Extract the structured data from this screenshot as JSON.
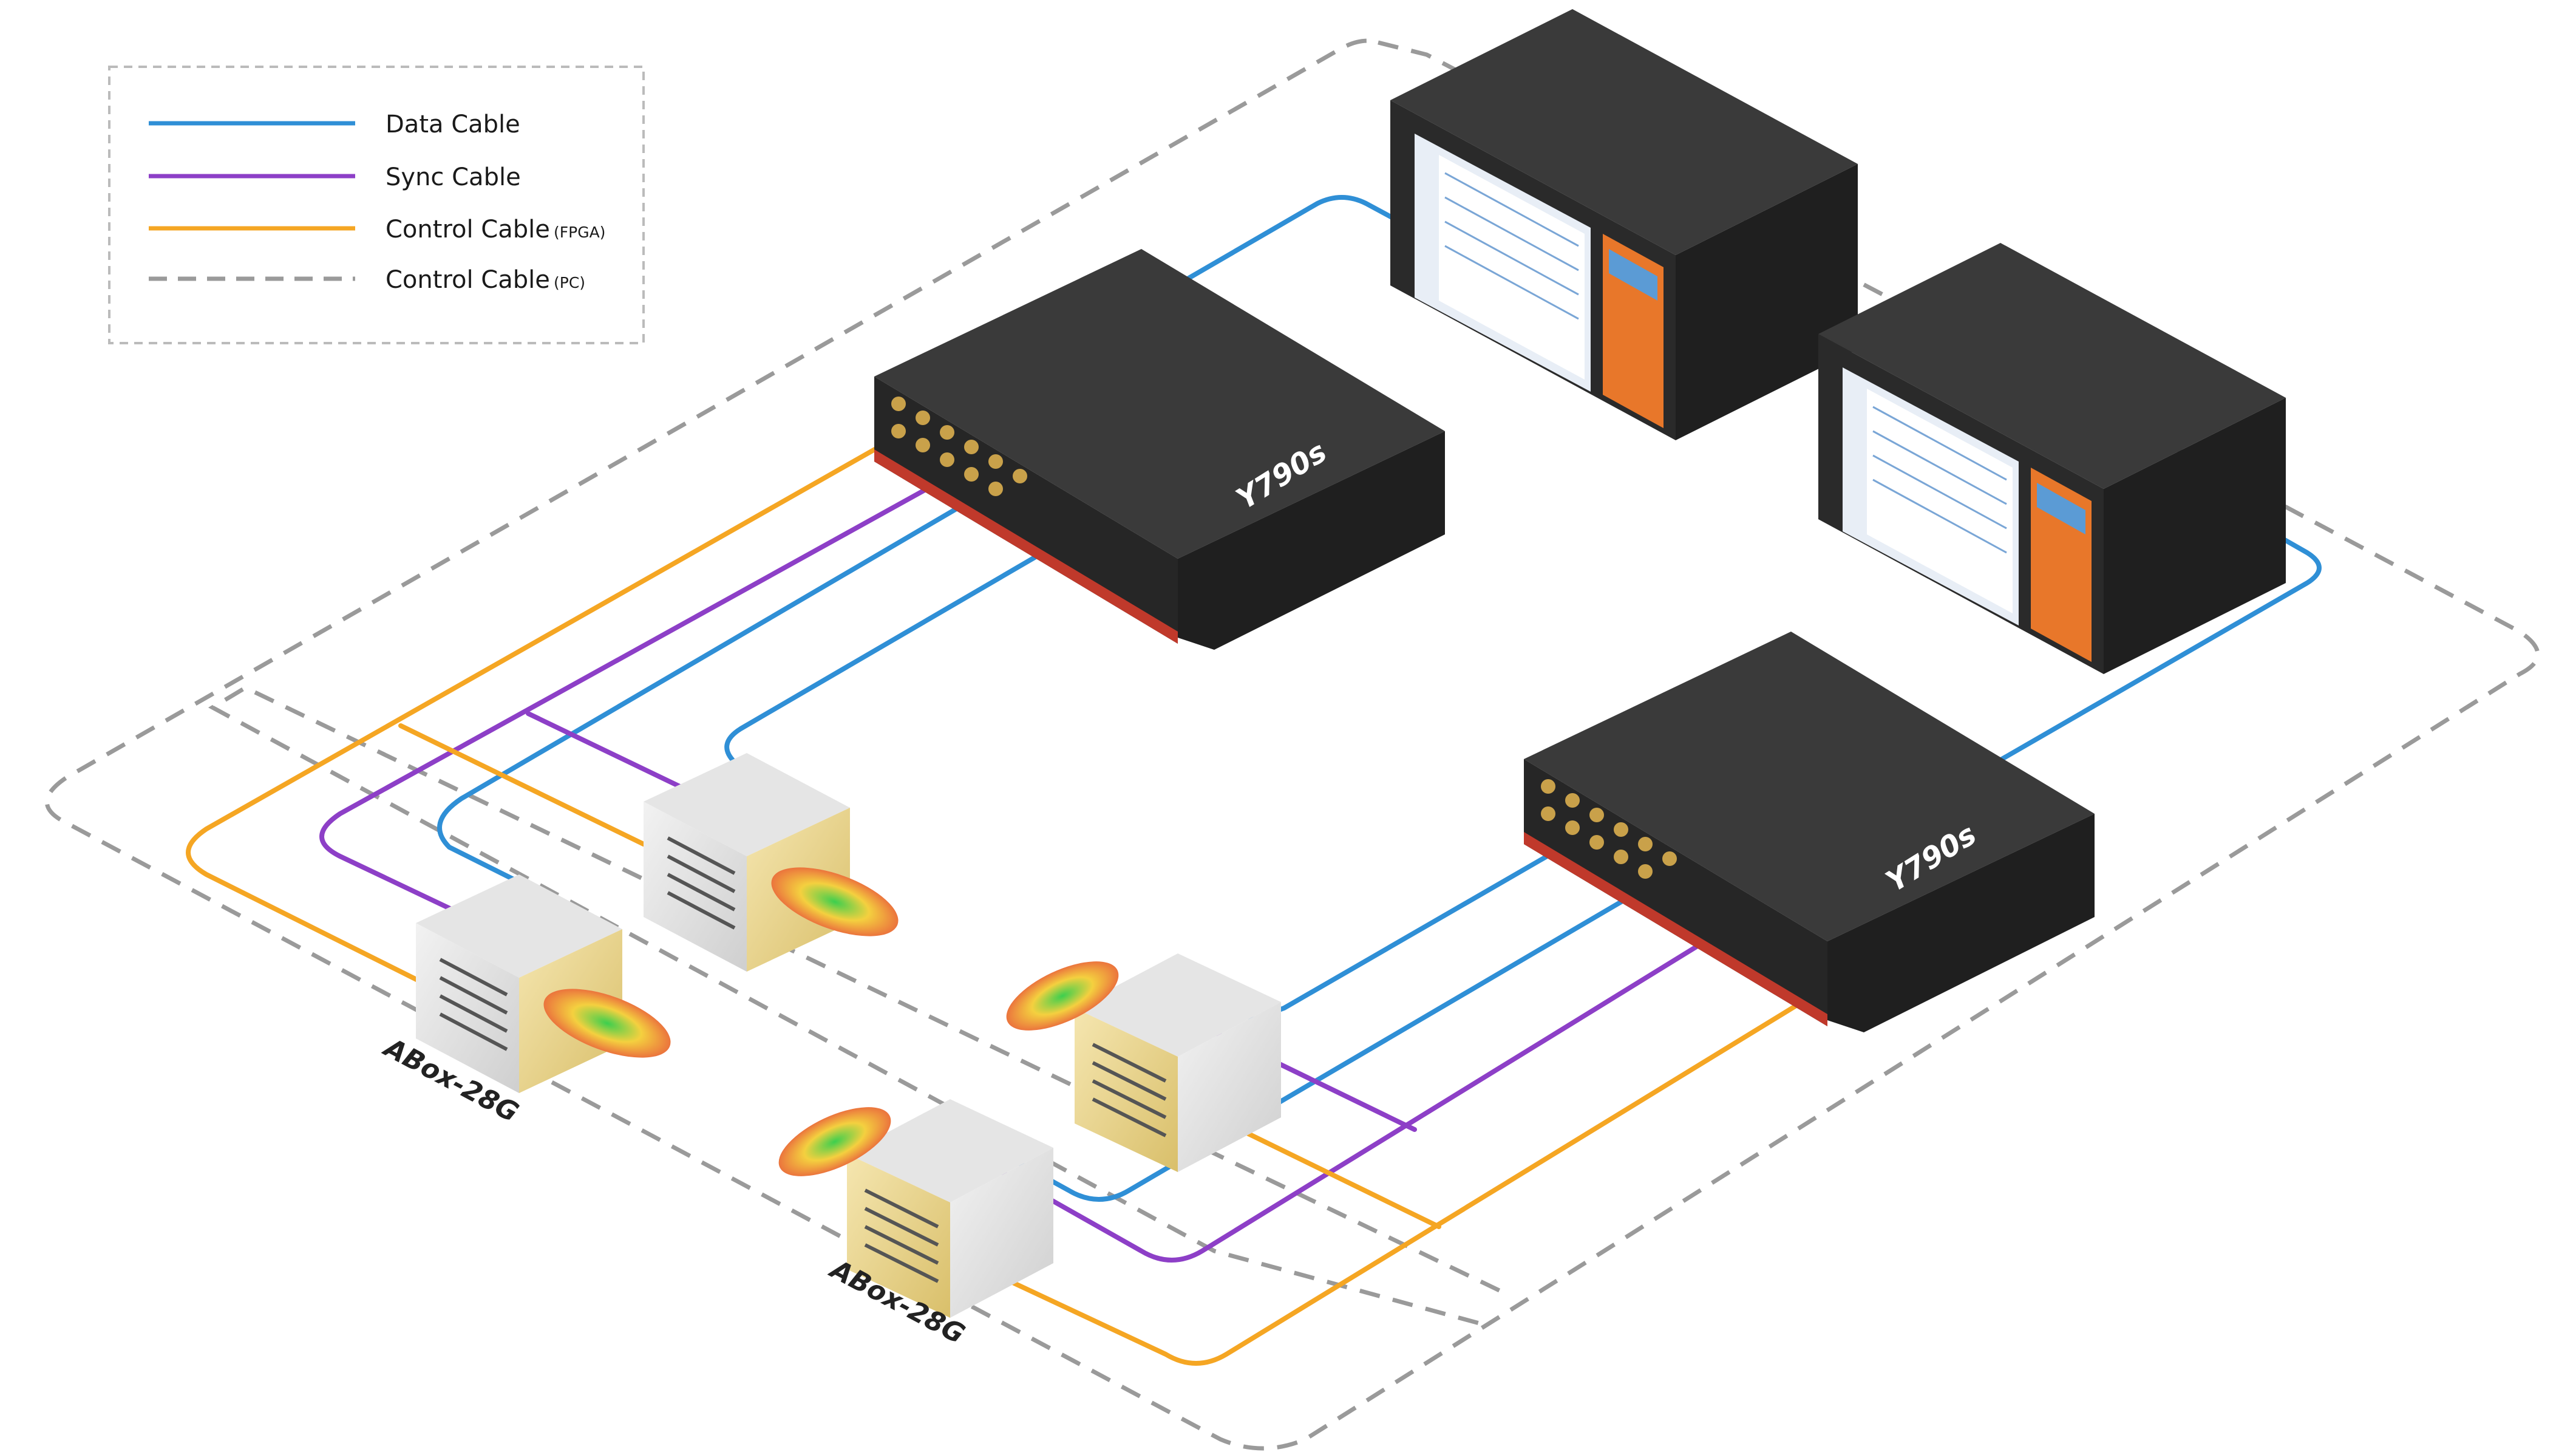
{
  "colors": {
    "data_cable": "#2f8fd6",
    "sync_cable": "#8d3fc7",
    "control_fpga": "#f5a623",
    "control_pc": "#9a9a9a",
    "chassis_top": "#3a3a3a",
    "chassis_side": "#1f1f1f",
    "accent_red": "#c0392b",
    "screen_orange": "#e8772a"
  },
  "legend": {
    "items": [
      {
        "label": "Data Cable",
        "sub": "",
        "line_style": "solid",
        "color_key": "data_cable"
      },
      {
        "label": "Sync Cable",
        "sub": "",
        "line_style": "solid",
        "color_key": "sync_cable"
      },
      {
        "label": "Control Cable",
        "sub": "(FPGA)",
        "line_style": "solid",
        "color_key": "control_fpga"
      },
      {
        "label": "Control Cable",
        "sub": "(PC)",
        "line_style": "dashed",
        "color_key": "control_pc"
      }
    ]
  },
  "devices": {
    "y790s_left": {
      "label": "Y790s",
      "icon": "rf-transceiver-chassis"
    },
    "y790s_right": {
      "label": "Y790s",
      "icon": "rf-transceiver-chassis"
    },
    "host_left": {
      "icon": "rackmount-host-computer"
    },
    "host_right": {
      "icon": "rackmount-host-computer"
    },
    "abox_left": {
      "label": "ABox-28G",
      "icon": "phased-array-antenna-box"
    },
    "abox_right": {
      "label": "ABox-28G",
      "icon": "phased-array-antenna-box"
    }
  }
}
